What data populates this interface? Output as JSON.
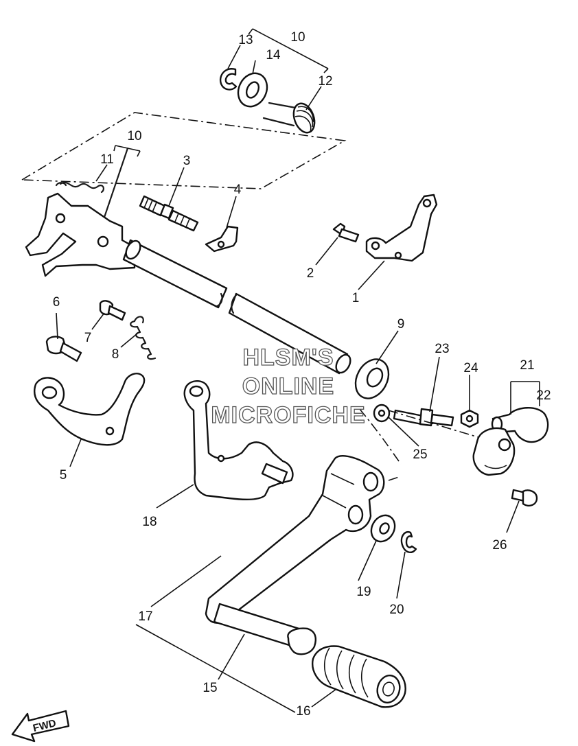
{
  "watermark": {
    "line1": "HLSM'S",
    "line2": "ONLINE",
    "line3": "MICROFICHE"
  },
  "direction_label": "FWD",
  "callouts": {
    "c1": "1",
    "c2": "2",
    "c3": "3",
    "c4": "4",
    "c5": "5",
    "c6": "6",
    "c7": "7",
    "c8": "8",
    "c9": "9",
    "c10a": "10",
    "c10b": "10",
    "c11": "11",
    "c12": "12",
    "c13": "13",
    "c14": "14",
    "c15": "15",
    "c16": "16",
    "c17": "17",
    "c18": "18",
    "c19": "19",
    "c20": "20",
    "c21": "21",
    "c22": "22",
    "c23": "23",
    "c24": "24",
    "c25": "25",
    "c26": "26"
  }
}
